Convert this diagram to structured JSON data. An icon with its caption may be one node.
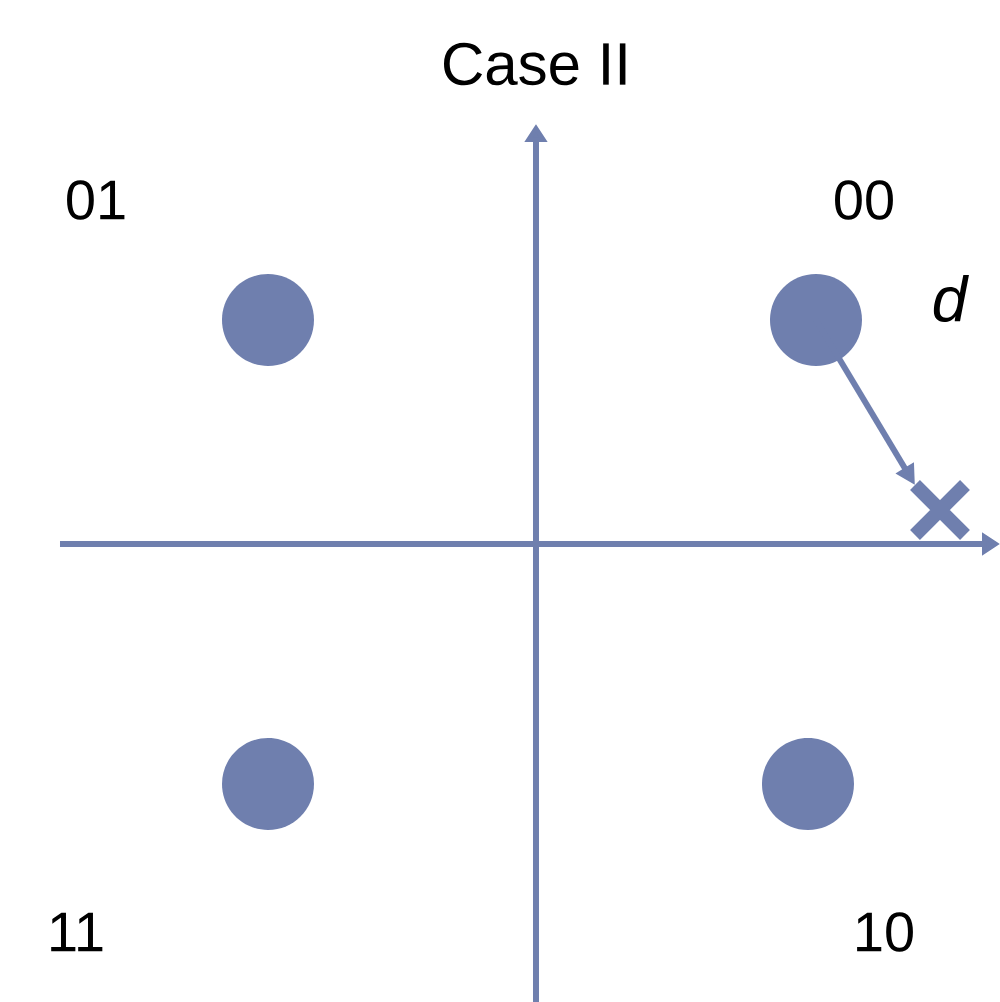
{
  "diagram": {
    "title": "Case II",
    "nodes": [
      {
        "text": [],
        "shape": "circle",
        "beside": [
          "01"
        ]
      },
      {
        "text": [],
        "shape": "circle",
        "beside": [
          "00"
        ]
      },
      {
        "text": [],
        "shape": "circle",
        "beside": [
          "11"
        ]
      },
      {
        "text": [],
        "shape": "circle",
        "beside": [
          "10"
        ]
      },
      {
        "text": [],
        "shape": "cross"
      }
    ],
    "edges": [
      {
        "from": 1,
        "to": 4,
        "arrow": "to",
        "label": "d"
      }
    ]
  }
}
